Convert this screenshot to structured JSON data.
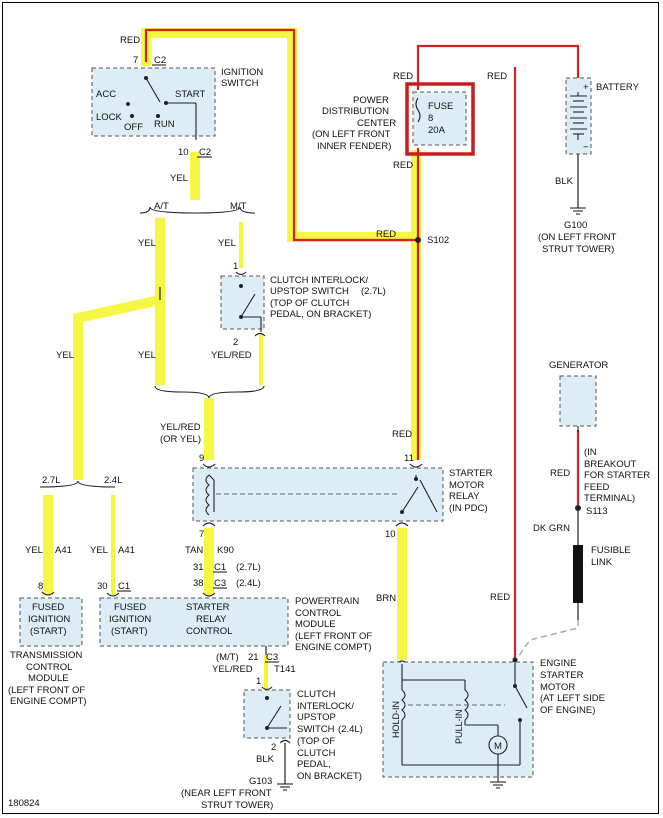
{
  "diagram_id": "180824",
  "ignition_switch": {
    "title_1": "IGNITION",
    "title_2": "SWITCH",
    "pin_top": "7",
    "conn_top": "C2",
    "pin_bottom": "10",
    "conn_bottom": "C2",
    "pos_acc": "ACC",
    "pos_lock": "LOCK",
    "pos_off": "OFF",
    "pos_run": "RUN",
    "pos_start": "START"
  },
  "pdc": {
    "line1": "POWER",
    "line2": "DISTRIBUTION",
    "line3": "CENTER",
    "line4": "(ON LEFT FRONT",
    "line5": "INNER FENDER)",
    "fuse_label": "FUSE",
    "fuse_num": "8",
    "fuse_amp": "20A"
  },
  "battery": {
    "label": "BATTERY",
    "plus": "+",
    "minus": "−",
    "ground_wire": "BLK",
    "ground_id": "G100",
    "ground_loc_1": "(ON LEFT FRONT",
    "ground_loc_2": "STRUT TOWER)"
  },
  "wires": {
    "red_top": "RED",
    "red_pdc_in": "RED",
    "red_batt": "RED",
    "red_pdc_out": "RED",
    "red_s102": "RED",
    "red_relay": "RED",
    "red_gen": "RED",
    "red_motor": "RED",
    "yel_ign": "YEL",
    "yel_at": "YEL",
    "yel_mt": "YEL",
    "yel_left": "YEL",
    "yel_at2": "YEL",
    "yel_red_clutch": "YEL/RED",
    "yel_red_relay_1": "YEL/RED",
    "yel_red_relay_2": "(OR YEL)",
    "yel_a41_1": "YEL",
    "a41_1": "A41",
    "yel_a41_2": "YEL",
    "a41_2": "A41",
    "tan": "TAN",
    "k90": "K90",
    "brn": "BRN",
    "dk_grn": "DK GRN",
    "yel_red_bottom": "YEL/RED",
    "blk_bottom": "BLK"
  },
  "splices": {
    "s102": "S102",
    "s113": "S113"
  },
  "branches": {
    "at": "A/T",
    "mt": "M/T",
    "l27": "2.7L",
    "l24": "2.4L",
    "mt_paren": "(M/T)"
  },
  "clutch_top": {
    "line1": "CLUTCH INTERLOCK/",
    "line2": "UPSTOP SWITCH",
    "engine": "(2.7L)",
    "line3": "(TOP OF CLUTCH",
    "line4": "PEDAL, ON BRACKET)",
    "pin1": "1",
    "pin2": "2"
  },
  "relay": {
    "line1": "STARTER",
    "line2": "MOTOR",
    "line3": "RELAY",
    "line4": "(IN PDC)",
    "pin9": "9",
    "pin11": "11",
    "pin7": "7",
    "pin10": "10"
  },
  "pcm_pins": {
    "p31": "31",
    "c1a": "C1",
    "e27": "(2.7L)",
    "p38": "38",
    "c3a": "C3",
    "e24": "(2.4L)"
  },
  "tcm": {
    "pin": "8",
    "line1": "FUSED",
    "line2": "IGNITION",
    "line3": "(START)",
    "desc1": "TRANSMISSION",
    "desc2": "CONTROL",
    "desc3": "MODULE",
    "desc4": "(LEFT FRONT OF",
    "desc5": "ENGINE COMPT)"
  },
  "pcm": {
    "pin": "30",
    "conn": "C1",
    "fused_1": "FUSED",
    "fused_2": "IGNITION",
    "fused_3": "(START)",
    "start_1": "STARTER",
    "start_2": "RELAY",
    "start_3": "CONTROL",
    "desc1": "POWERTRAIN",
    "desc2": "CONTROL",
    "desc3": "MODULE",
    "desc4": "(LEFT FRONT OF",
    "desc5": "ENGINE COMPT)"
  },
  "clutch_bottom": {
    "pin21": "21",
    "c3": "C3",
    "t141": "T141",
    "pin1": "1",
    "pin2": "2",
    "line1": "CLUTCH",
    "line2": "INTERLOCK/",
    "line3": "UPSTOP",
    "line4": "SWITCH",
    "engine": "(2.4L)",
    "line5": "(TOP OF",
    "line6": "CLUTCH",
    "line7": "PEDAL,",
    "line8": "ON BRACKET)",
    "ground_id": "G103",
    "ground_loc_1": "(NEAR LEFT FRONT",
    "ground_loc_2": "STRUT TOWER)"
  },
  "generator": {
    "label": "GENERATOR",
    "note1": "(IN",
    "note2": "BREAKOUT",
    "note3": "FOR STARTER",
    "note4": "FEED",
    "note5": "TERMINAL)",
    "fusible_1": "FUSIBLE",
    "fusible_2": "LINK"
  },
  "starter_motor": {
    "line1": "ENGINE",
    "line2": "STARTER",
    "line3": "MOTOR",
    "line4": "(AT LEFT SIDE",
    "line5": "OF ENGINE)",
    "hold": "HOLD-IN",
    "pull": "PULL-IN",
    "motor": "M"
  },
  "colors": {
    "highlight": "#f5f53a",
    "power": "#d62020",
    "component_fill": "#dcedf5"
  }
}
